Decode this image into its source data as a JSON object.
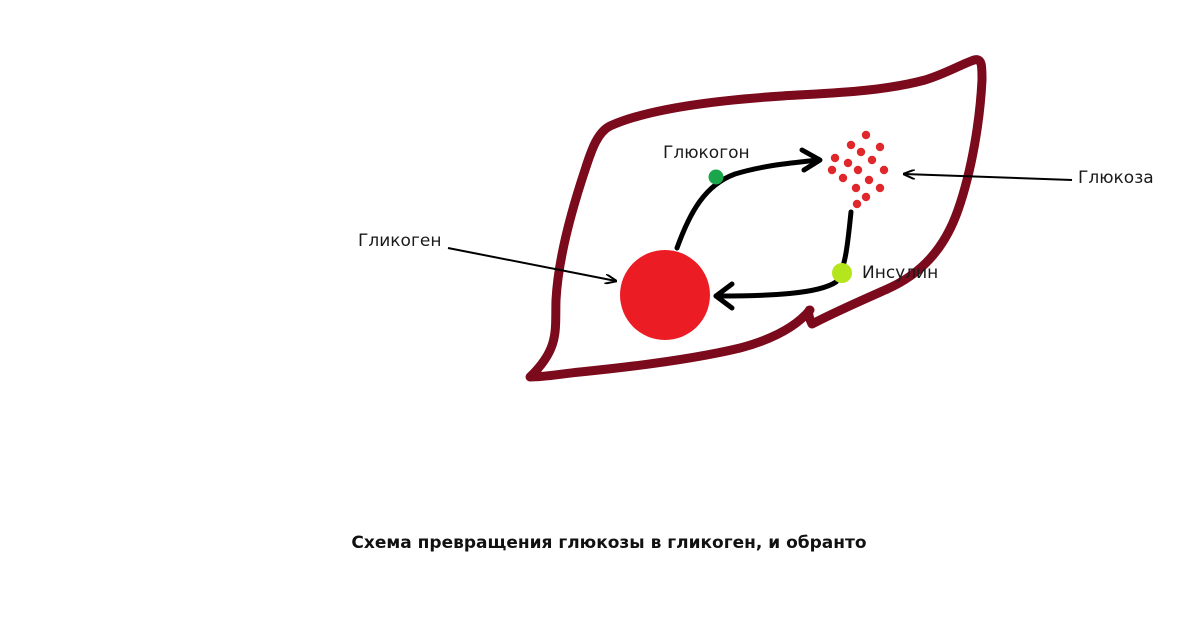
{
  "labels": {
    "glucagon": "Глюкогон",
    "glucose": "Глюкоза",
    "glycogen": "Гликоген",
    "insulin": "Инсулин"
  },
  "caption": "Схема превращения глюкозы в гликоген, и обранто",
  "colors": {
    "cell_outline": "#7b0a1c",
    "glycogen": "#ec1c24",
    "glucose": "#e0282c",
    "glucagon": "#1aa64a",
    "insulin": "#b5e61d",
    "arrow": "#000000"
  }
}
